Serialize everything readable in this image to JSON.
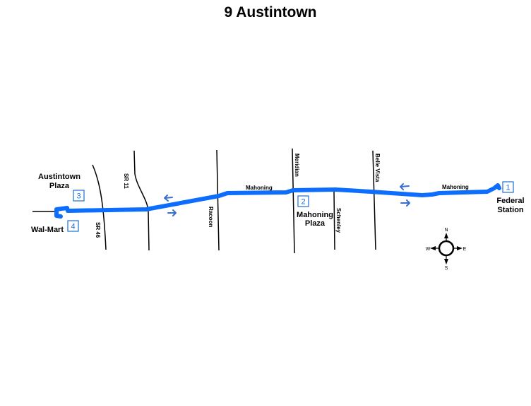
{
  "title": "9 Austintown",
  "streets": {
    "mahoning_west": "Mahoning",
    "mahoning_east": "Mahoning",
    "sr11": "SR 11",
    "sr46": "SR 46",
    "racoon": "Racoon",
    "meridian": "Meridian",
    "schenley": "Schenley",
    "belle_vista": "Belle Vista"
  },
  "places": {
    "austintown_plaza_line1": "Austintown",
    "austintown_plaza_line2": "Plaza",
    "walmart": "Wal-Mart",
    "mahoning_plaza_line1": "Mahoning",
    "mahoning_plaza_line2": "Plaza",
    "federal_station_line1": "Federal",
    "federal_station_line2": "Station"
  },
  "stops": [
    "1",
    "2",
    "3",
    "4"
  ],
  "compass": {
    "n": "N",
    "s": "S",
    "e": "E",
    "w": "W"
  },
  "colors": {
    "route": "#0d6efd",
    "stop_box": "#1a6fd8",
    "arrow": "#3a6fd0"
  },
  "icons": {
    "direction_arrow": "arrow-icon",
    "compass": "compass-rose-icon"
  }
}
